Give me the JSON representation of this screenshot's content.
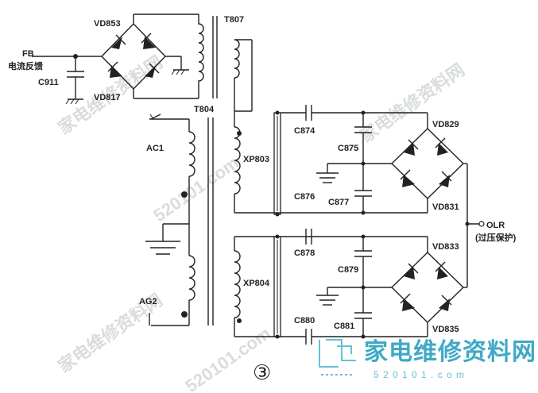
{
  "labels": {
    "fb": "FB",
    "fb_cn": "电流反馈",
    "c911": "C911",
    "vd853": "VD853",
    "vd817": "VD817",
    "t807": "T807",
    "t804": "T804",
    "ac1": "AC1",
    "ag2": "AG2",
    "xp803": "XP803",
    "xp804": "XP804",
    "c874": "C874",
    "c875": "C875",
    "c876": "C876",
    "c877": "C877",
    "c878": "C878",
    "c879": "C879",
    "c880": "C880",
    "c881": "C881",
    "vd829": "VD829",
    "vd831": "VD831",
    "vd833": "VD833",
    "vd835": "VD835",
    "olr": "OLR",
    "olr_cn": "(过压保护)",
    "circle_num": "③"
  },
  "watermark": {
    "brand_cn": "家电维修资料网",
    "site": "5 2 0 1 0 1 . c o m",
    "diag1": "家电维修资料网",
    "diag2": "520101.com"
  }
}
